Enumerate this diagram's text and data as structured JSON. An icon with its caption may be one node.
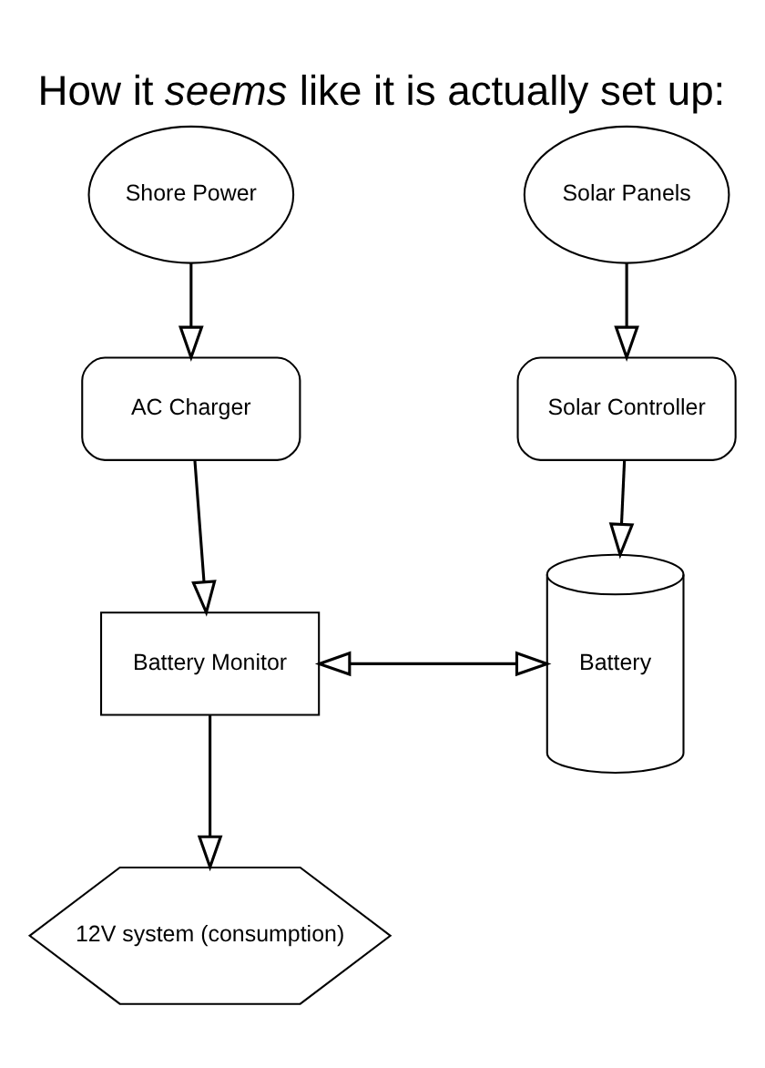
{
  "diagram": {
    "title": "How it *seems* like it is actually set up:",
    "nodes": [
      {
        "text": [
          "Shore Power"
        ]
      },
      {
        "text": [
          "Solar Panels"
        ]
      },
      {
        "text": [
          "AC Charger"
        ]
      },
      {
        "text": [
          "Solar Controller"
        ]
      },
      {
        "text": [
          "Battery Monitor"
        ]
      },
      {
        "text": [
          "Battery"
        ]
      },
      {
        "text": [
          "12V system (consumption)"
        ]
      }
    ],
    "edges": [
      {
        "from": 0,
        "to": 2,
        "arrow": "to"
      },
      {
        "from": 1,
        "to": 3,
        "arrow": "to"
      },
      {
        "from": 2,
        "to": 4,
        "arrow": "to"
      },
      {
        "from": 3,
        "to": 5,
        "arrow": "to"
      },
      {
        "from": 4,
        "to": 5,
        "arrow": "both"
      },
      {
        "from": 4,
        "to": 6,
        "arrow": "to"
      }
    ]
  }
}
